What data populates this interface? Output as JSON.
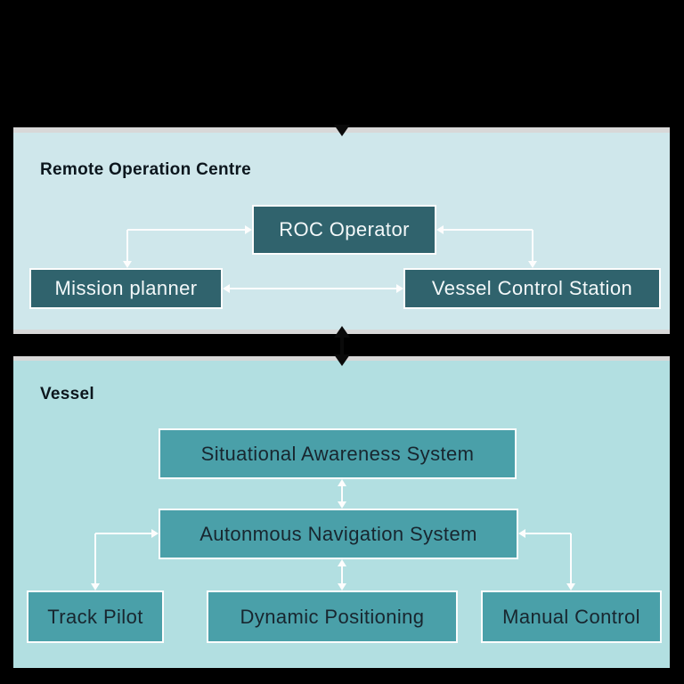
{
  "colors": {
    "page_background": "#000000",
    "roc_panel_background": "#cfe7eb",
    "vessel_panel_background": "#b2dfe1",
    "panel_edge_strip": "#d8d8d8",
    "dark_node_fill": "#30636d",
    "teal_node_fill": "#4aa0a9",
    "node_border": "#fdfdfd",
    "connector": "#fdfdfd",
    "inter_panel_arrow": "#0a0a0a",
    "title_text": "#0c161d",
    "dark_node_text": "#f3f8f9",
    "teal_node_text": "#18262f"
  },
  "panels": [
    {
      "id": "remote-operation-centre",
      "title": "Remote Operation Centre",
      "nodes": [
        {
          "id": "roc-operator",
          "label": "ROC Operator"
        },
        {
          "id": "mission-planner",
          "label": "Mission planner"
        },
        {
          "id": "vessel-control-station",
          "label": "Vessel Control Station"
        }
      ],
      "connections": [
        {
          "from": "mission-planner",
          "to": "roc-operator",
          "bidirectional": true,
          "shape": "elbow"
        },
        {
          "from": "vessel-control-station",
          "to": "roc-operator",
          "bidirectional": true,
          "shape": "elbow"
        },
        {
          "from": "mission-planner",
          "to": "vessel-control-station",
          "bidirectional": true,
          "shape": "straight"
        }
      ]
    },
    {
      "id": "vessel",
      "title": "Vessel",
      "nodes": [
        {
          "id": "situational-awareness-system",
          "label": "Situational Awareness System"
        },
        {
          "id": "autonomous-navigation-system",
          "label": "Autonmous Navigation System"
        },
        {
          "id": "track-pilot",
          "label": "Track Pilot"
        },
        {
          "id": "dynamic-positioning",
          "label": "Dynamic Positioning"
        },
        {
          "id": "manual-control",
          "label": "Manual Control"
        }
      ],
      "connections": [
        {
          "from": "situational-awareness-system",
          "to": "autonomous-navigation-system",
          "bidirectional": true,
          "shape": "straight"
        },
        {
          "from": "autonomous-navigation-system",
          "to": "dynamic-positioning",
          "bidirectional": true,
          "shape": "straight"
        },
        {
          "from": "autonomous-navigation-system",
          "to": "track-pilot",
          "bidirectional": true,
          "shape": "elbow"
        },
        {
          "from": "autonomous-navigation-system",
          "to": "manual-control",
          "bidirectional": true,
          "shape": "elbow"
        }
      ]
    }
  ],
  "inter_panel_connections": [
    {
      "from": "above",
      "to": "remote-operation-centre",
      "bidirectional": false
    },
    {
      "from": "remote-operation-centre",
      "to": "vessel",
      "bidirectional": true
    }
  ]
}
